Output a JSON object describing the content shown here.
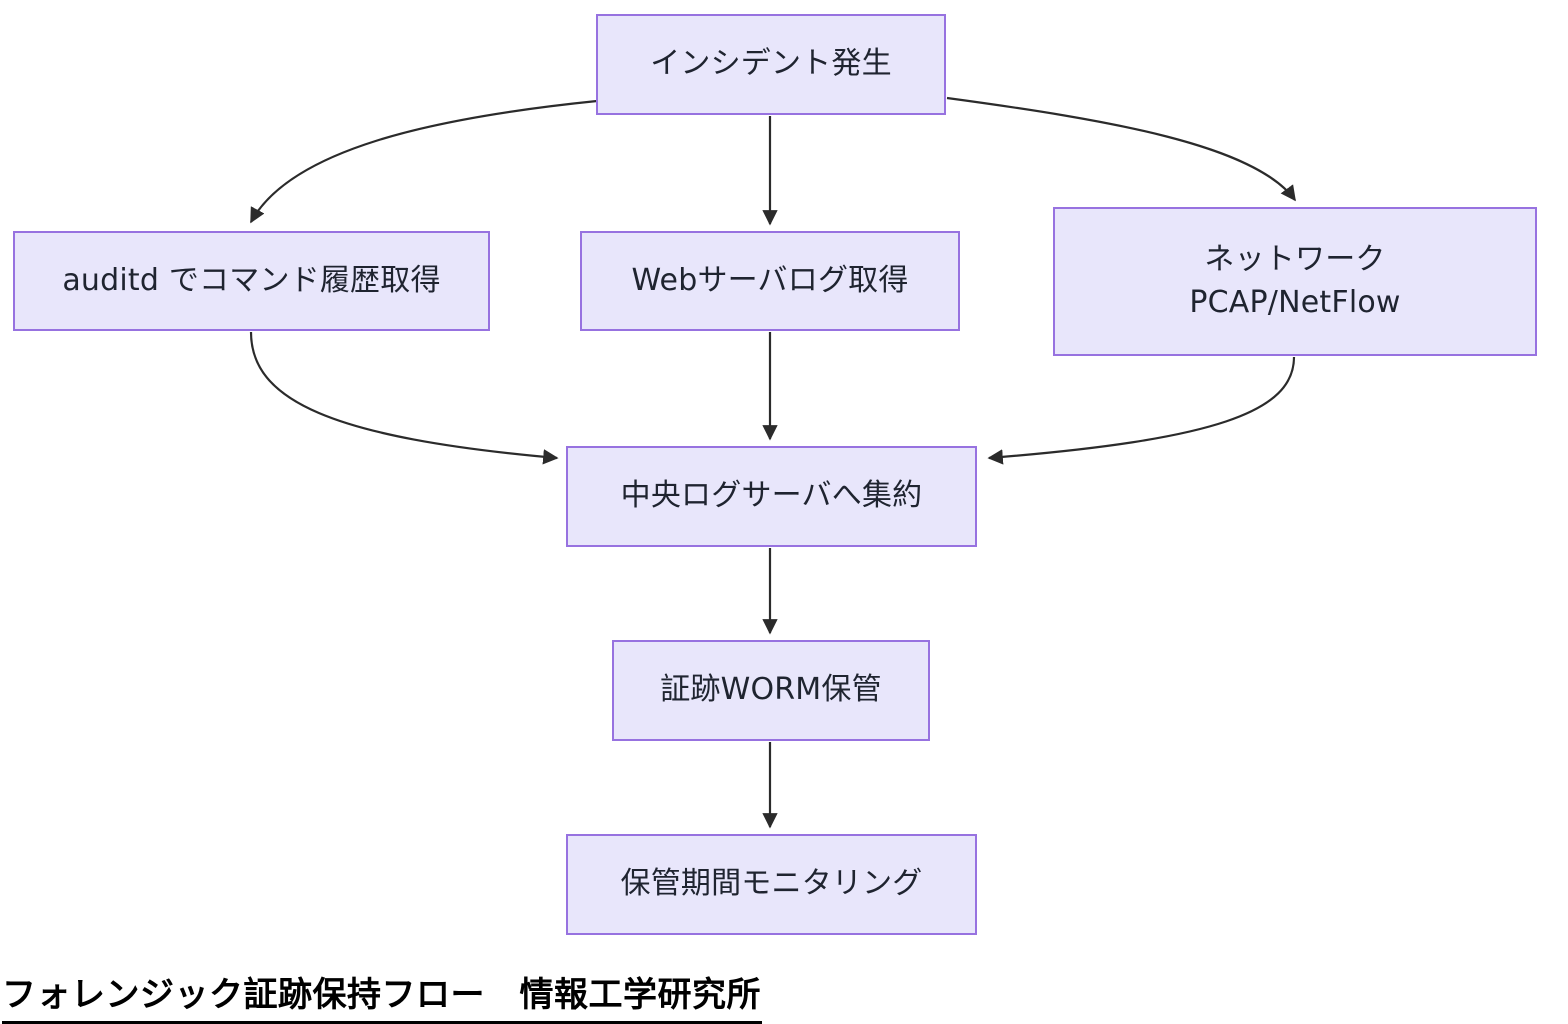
{
  "diagram": {
    "title": "フォレンジック証跡保持フロー　情報工学研究所",
    "colors": {
      "node_fill": "#e8e6fb",
      "node_border": "#9772e0",
      "edge": "#2b2b2b",
      "text": "#1f2430",
      "caption": "#000000",
      "background": "#ffffff"
    },
    "nodes": {
      "incident": "インシデント発生",
      "auditd": "auditd でコマンド履歴取得",
      "weblog": "Webサーバログ取得",
      "network": "ネットワーク\nPCAP/NetFlow",
      "central": "中央ログサーバへ集約",
      "worm": "証跡WORM保管",
      "monitor": "保管期間モニタリング"
    },
    "edges": [
      {
        "from": "incident",
        "to": "auditd",
        "style": "curved"
      },
      {
        "from": "incident",
        "to": "weblog",
        "style": "straight"
      },
      {
        "from": "incident",
        "to": "network",
        "style": "curved"
      },
      {
        "from": "auditd",
        "to": "central",
        "style": "curved"
      },
      {
        "from": "weblog",
        "to": "central",
        "style": "straight"
      },
      {
        "from": "network",
        "to": "central",
        "style": "curved"
      },
      {
        "from": "central",
        "to": "worm",
        "style": "straight"
      },
      {
        "from": "worm",
        "to": "monitor",
        "style": "straight"
      }
    ]
  }
}
